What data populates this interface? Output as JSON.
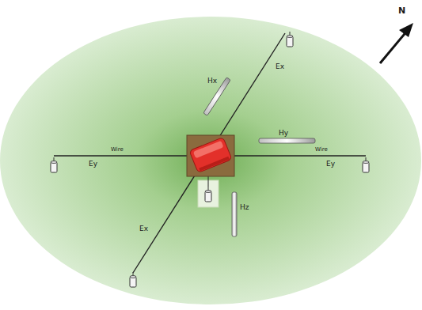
{
  "diagram": {
    "labels": [
      "N",
      "Hx",
      "Hy",
      "Hz",
      "Ey",
      "Ey",
      "Ex",
      "Ex",
      "Wire",
      "Wire"
    ]
  }
}
